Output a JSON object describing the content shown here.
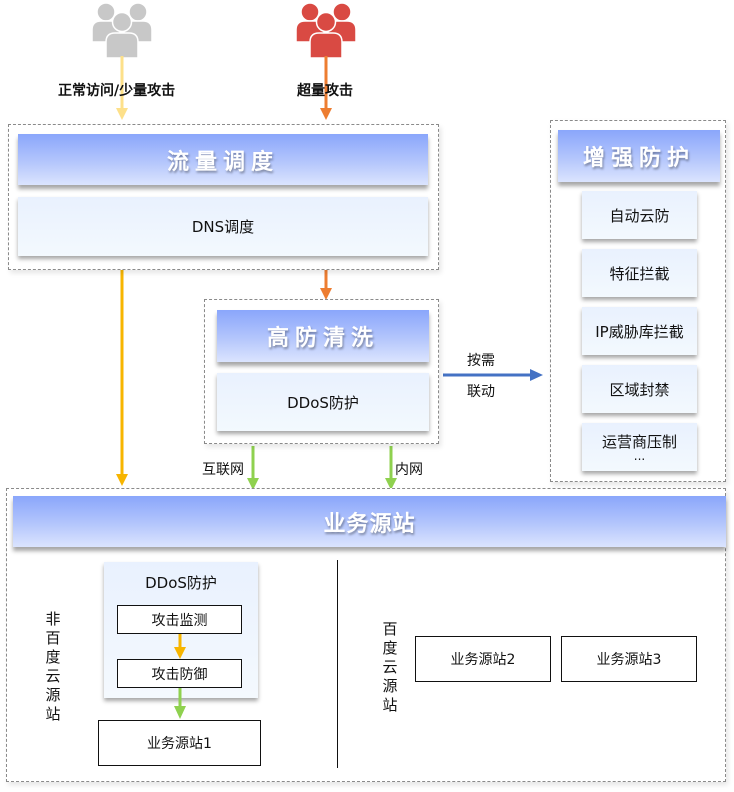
{
  "sources": {
    "normal": {
      "label": "正常访问/少量攻击",
      "icon": "users-group-icon",
      "color": "#c8c8c8"
    },
    "heavy": {
      "label": "超量攻击",
      "icon": "users-group-icon",
      "color": "#d94a43"
    }
  },
  "traffic_scheduling": {
    "title": "流量调度",
    "item": "DNS调度"
  },
  "high_defense": {
    "title": "高防清洗",
    "item": "DDoS防护"
  },
  "linkage": {
    "line1": "按需",
    "line2": "联动"
  },
  "enhanced_protection": {
    "title": "增强防护",
    "items": [
      "自动云防",
      "特征拦截",
      "IP威胁库拦截",
      "区域封禁",
      "运营商压制"
    ],
    "more": "..."
  },
  "network_labels": {
    "internet": "互联网",
    "intranet": "内网"
  },
  "origin": {
    "title": "业务源站",
    "non_baidu": {
      "label_chars": [
        "非",
        "百",
        "度",
        "云",
        "源",
        "站"
      ],
      "ddos_title": "DDoS防护",
      "steps": [
        "攻击监测",
        "攻击防御"
      ],
      "site": "业务源站1"
    },
    "baidu": {
      "label_chars": [
        "百",
        "度",
        "云",
        "源",
        "站"
      ],
      "sites": [
        "业务源站2",
        "业务源站3"
      ]
    }
  },
  "colors": {
    "yellow_arrow": "#f7b500",
    "light_yellow_arrow": "#fde08a",
    "orange_arrow": "#ed7d31",
    "green_arrow": "#8fd14f",
    "blue_arrow": "#4472c4",
    "header_gradient_top": "#8aa6fb"
  }
}
